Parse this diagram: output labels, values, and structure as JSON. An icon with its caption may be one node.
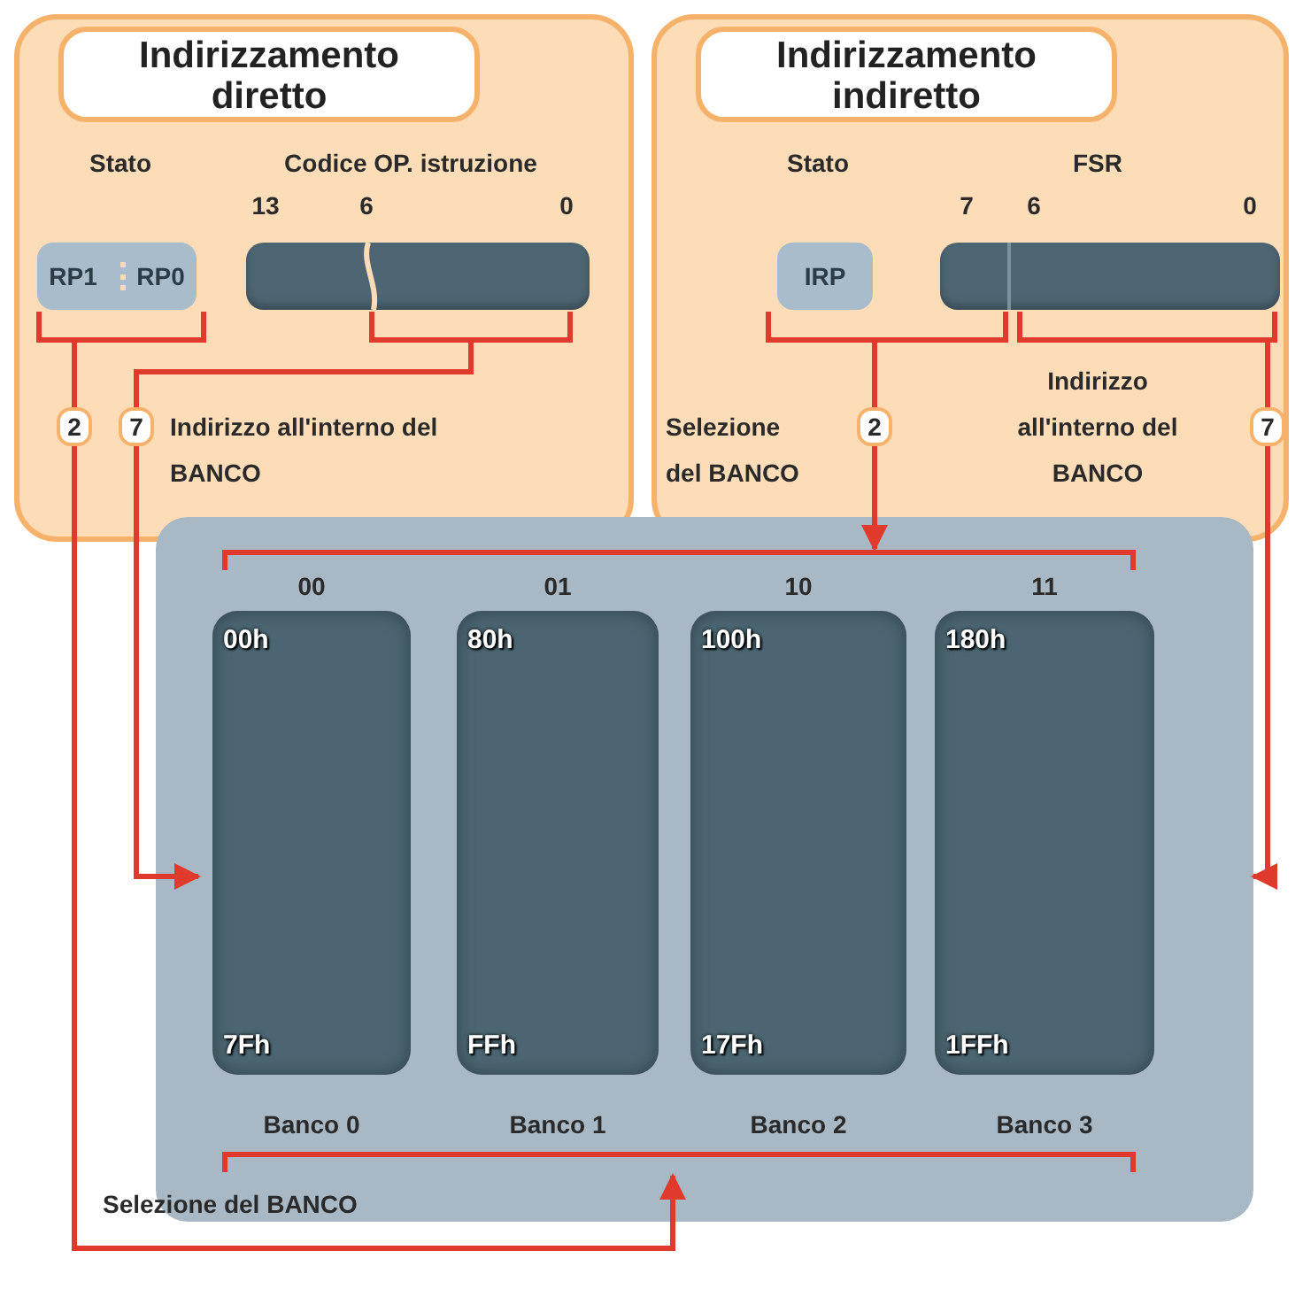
{
  "diagram": {
    "nodes": [
      {
        "text": [
          "Indirizzamento diretto"
        ]
      },
      {
        "text": [
          "RP1",
          "RP0"
        ],
        "in": 0,
        "beside": [
          "Stato"
        ]
      },
      {
        "text": [],
        "shape": "bar",
        "in": 0,
        "beside": [
          "Codice OP. istruzione",
          "13",
          "6",
          "0"
        ]
      },
      {
        "text": [
          "Indirizzamento indiretto"
        ]
      },
      {
        "text": [
          "IRP"
        ],
        "in": 3,
        "beside": [
          "Stato"
        ]
      },
      {
        "text": [],
        "shape": "bar",
        "in": 3,
        "beside": [
          "FSR",
          "7",
          "6",
          "0"
        ]
      },
      {
        "text": [],
        "shape": "box"
      },
      {
        "text": [
          "00h",
          "7Fh"
        ],
        "in": 6,
        "beside": [
          "00",
          "Banco 0"
        ]
      },
      {
        "text": [
          "80h",
          "FFh"
        ],
        "in": 6,
        "beside": [
          "01",
          "Banco 1"
        ]
      },
      {
        "text": [
          "100h",
          "17Fh"
        ],
        "in": 6,
        "beside": [
          "10",
          "Banco 2"
        ]
      },
      {
        "text": [
          "180h",
          "1FFh"
        ],
        "in": 6,
        "beside": [
          "11",
          "Banco 3"
        ]
      }
    ],
    "edges": [
      {
        "from": 1,
        "to": 6,
        "arrow": "to",
        "label": "2"
      },
      {
        "from": 2,
        "to": 6,
        "arrow": "to",
        "label": "7"
      },
      {
        "from": 4,
        "to": 6,
        "arrow": "to",
        "label": "2"
      },
      {
        "from": 5,
        "to": 6,
        "arrow": "to",
        "label": "7"
      },
      {
        "from": 5,
        "to": 6,
        "arrow": "to"
      }
    ],
    "labels": [
      "Indirizzo all'interno del BANCO",
      "Selezione del BANCO",
      "Indirizzo all'interno del BANCO",
      "Selezione del BANCO"
    ]
  }
}
